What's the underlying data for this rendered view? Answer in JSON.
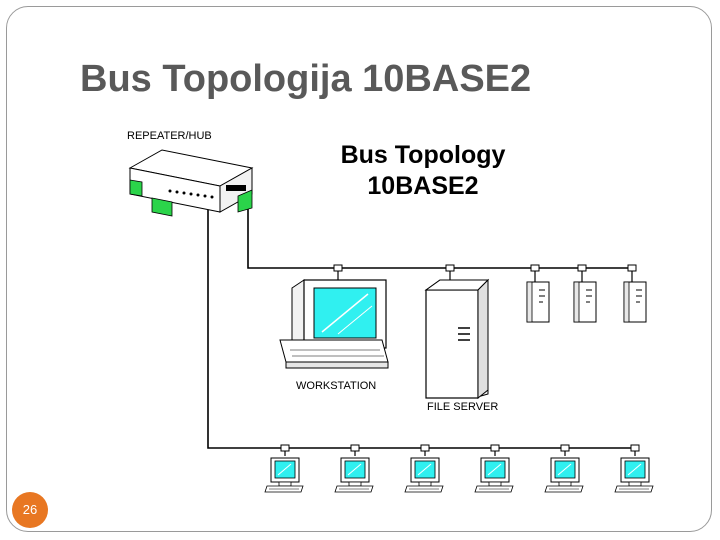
{
  "slide": {
    "title": "Bus Topologija 10BASE2",
    "number": "26"
  },
  "diagram": {
    "heading_line1": "Bus Topology",
    "heading_line2": "10BASE2",
    "labels": {
      "hub": "REPEATER/HUB",
      "workstation": "WORKSTATION",
      "file_server": "FILE SERVER"
    }
  },
  "colors": {
    "hub_green": "#2bd44a",
    "screen_cyan": "#30f0f0",
    "slide_number_bg": "#e87722",
    "title_gray": "#595959"
  }
}
